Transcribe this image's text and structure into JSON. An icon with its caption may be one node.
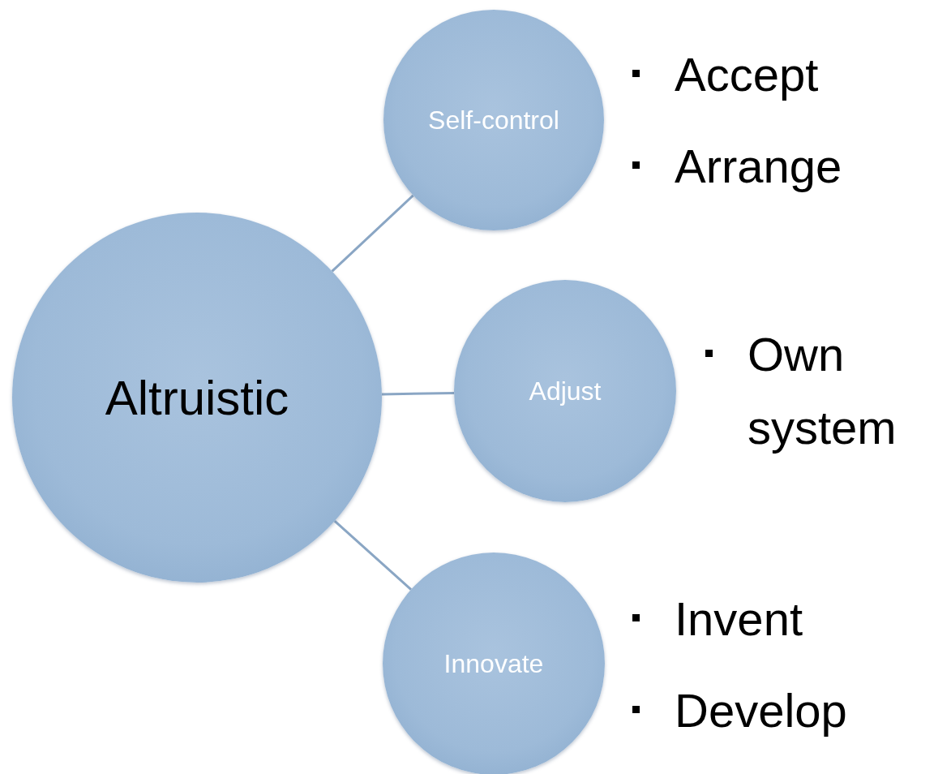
{
  "diagram": {
    "nodes": [
      {
        "text": [
          "Altruistic"
        ]
      },
      {
        "text": [
          "Self-control"
        ],
        "beside": [
          "Accept",
          "Arrange"
        ]
      },
      {
        "text": [
          "Adjust"
        ],
        "beside": [
          "Own system"
        ]
      },
      {
        "text": [
          "Innovate"
        ],
        "beside": [
          "Invent",
          "Develop"
        ]
      }
    ],
    "edges": [
      {
        "from": 0,
        "to": 1,
        "arrow": "none"
      },
      {
        "from": 0,
        "to": 2,
        "arrow": "none"
      },
      {
        "from": 0,
        "to": 3,
        "arrow": "none"
      }
    ]
  }
}
